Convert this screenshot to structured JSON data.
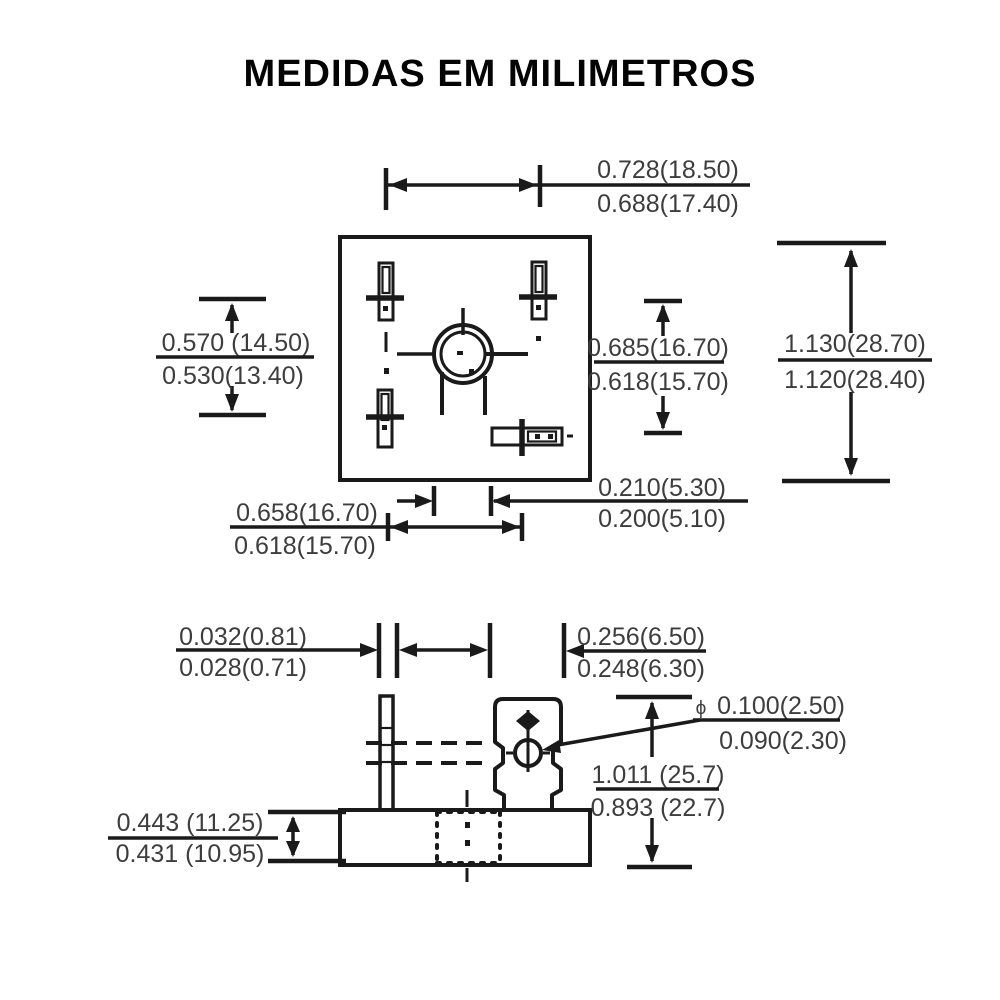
{
  "title": "MEDIDAS EM MILIMETROS",
  "colors": {
    "ink": "#1a1a1a",
    "label_text": "#3d3d3d",
    "body_fill": "#9c9c9c",
    "background": "#ffffff"
  },
  "dimensions": {
    "top_width": {
      "max": "0.728(18.50)",
      "min": "0.688(17.40)"
    },
    "overall_height": {
      "max": "1.130(28.70)",
      "min": "1.120(28.40)"
    },
    "left_height": {
      "max": "0.570 (14.50)",
      "min": "0.530(13.40)"
    },
    "terminal_height": {
      "max": "0.685(16.70)",
      "min": "0.618(15.70)"
    },
    "center_gap": {
      "max": "0.210(5.30)",
      "min": "0.200(5.10)"
    },
    "bottom_width": {
      "max": "0.658(16.70)",
      "min": "0.618(15.70)"
    },
    "lead_thickness": {
      "max": "0.032(0.81)",
      "min": "0.028(0.71)"
    },
    "tab_width": {
      "max": "0.256(6.50)",
      "min": "0.248(6.30)"
    },
    "hole_diameter": {
      "symbol": "ϕ",
      "max": "0.100(2.50)",
      "min": "0.090(2.30)"
    },
    "overall_side_height": {
      "max": "1.011 (25.7)",
      "min": "0.893 (22.7)"
    },
    "base_height": {
      "max": "0.443 (11.25)",
      "min": "0.431 (10.95)"
    }
  }
}
